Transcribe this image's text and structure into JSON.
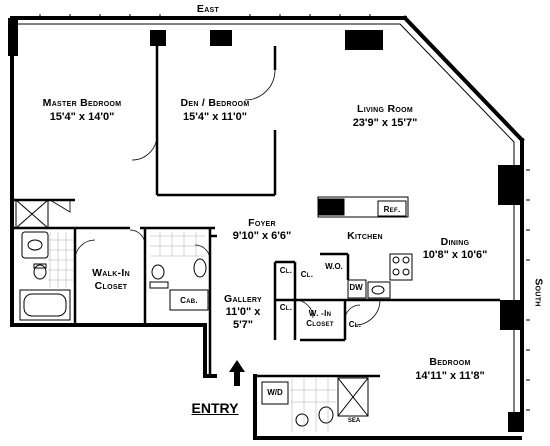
{
  "compass": {
    "north_top": "East",
    "right_side": "South"
  },
  "entry_label": "ENTRY",
  "rooms": {
    "master_bedroom": {
      "name": "Master Bedroom",
      "dims": "15'4\" x 14'0\""
    },
    "den_bedroom": {
      "name": "Den / Bedroom",
      "dims": "15'4\" x 11'0\""
    },
    "living_room": {
      "name": "Living Room",
      "dims": "23'9\" x 15'7\""
    },
    "foyer": {
      "name": "Foyer",
      "dims": "9'10\" x 6'6\""
    },
    "kitchen": {
      "name": "Kitchen"
    },
    "dining": {
      "name": "Dining",
      "dims": "10'8\" x 10'6\""
    },
    "walk_in_closet": {
      "line1": "Walk-In",
      "line2": "Closet"
    },
    "gallery": {
      "name": "Gallery",
      "dims_line1": "11'0\" x",
      "dims_line2": "5'7\""
    },
    "w_in_closet": {
      "line1": "W. -In",
      "line2": "Closet"
    },
    "bedroom": {
      "name": "Bedroom",
      "dims": "14'11\" x 11'8\""
    }
  },
  "fixtures": {
    "ref": "Ref.",
    "wo": "W.O.",
    "dw": "DW",
    "cab": "Cab.",
    "wd": "W/D",
    "sea": "SEA",
    "cl_1": "Cl.",
    "cl_2": "Cl.",
    "cl_3": "Cl.",
    "cl_4": "Cl."
  }
}
